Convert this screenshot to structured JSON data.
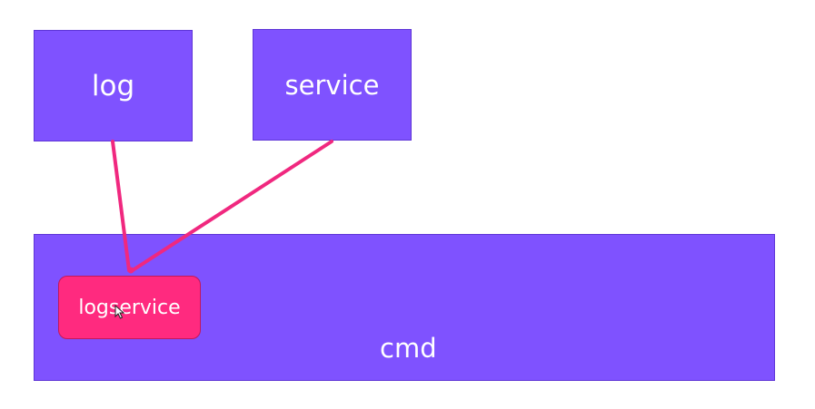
{
  "nodes": {
    "log": {
      "label": "log"
    },
    "service": {
      "label": "service"
    },
    "cmd": {
      "label": "cmd"
    },
    "logservice": {
      "label": "logservice"
    }
  },
  "colors": {
    "module_fill": "#7f52ff",
    "highlight_fill": "#ff2a7f",
    "arrow": "#f0287f",
    "text": "#ffffff"
  },
  "icons": {
    "cursor": "mouse-pointer-icon"
  }
}
